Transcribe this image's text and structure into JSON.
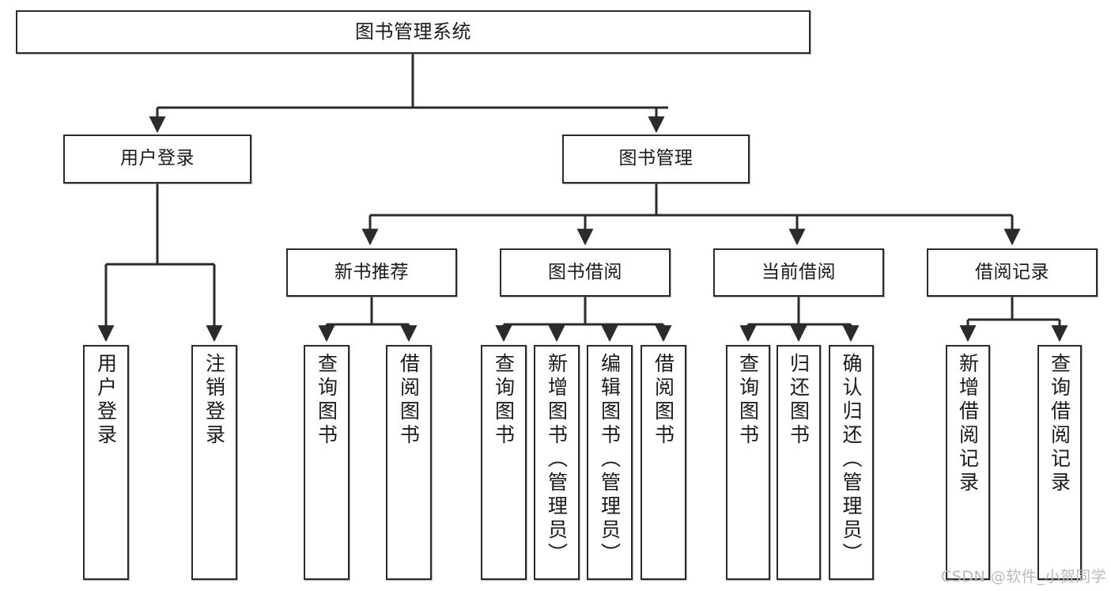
{
  "diagram": {
    "type": "tree",
    "title": "图书管理系统",
    "stroke_color": "#2b2b2b",
    "fill_color": "#ffffff",
    "text_color": "#1a1a1a",
    "watermark": "CSDN @软件_小贺同学",
    "nodes": {
      "root": {
        "label": "图书管理系统"
      },
      "level2": [
        {
          "label": "用户登录"
        },
        {
          "label": "图书管理"
        }
      ],
      "level3": [
        {
          "label": "新书推荐"
        },
        {
          "label": "图书借阅"
        },
        {
          "label": "当前借阅"
        },
        {
          "label": "借阅记录"
        }
      ],
      "leaves": {
        "user_login": [
          {
            "label": "用户登录"
          },
          {
            "label": "注销登录"
          }
        ],
        "new_book": [
          {
            "label": "查询图书"
          },
          {
            "label": "借阅图书"
          }
        ],
        "book_borrow": [
          {
            "label": "查询图书"
          },
          {
            "label": "新增图书（管理员）"
          },
          {
            "label": "编辑图书（管理员）"
          },
          {
            "label": "借阅图书"
          }
        ],
        "current_borrow": [
          {
            "label": "查询图书"
          },
          {
            "label": "归还图书"
          },
          {
            "label": "确认归还（管理员）"
          }
        ],
        "borrow_record": [
          {
            "label": "新增借阅记录"
          },
          {
            "label": "查询借阅记录"
          }
        ]
      }
    }
  }
}
